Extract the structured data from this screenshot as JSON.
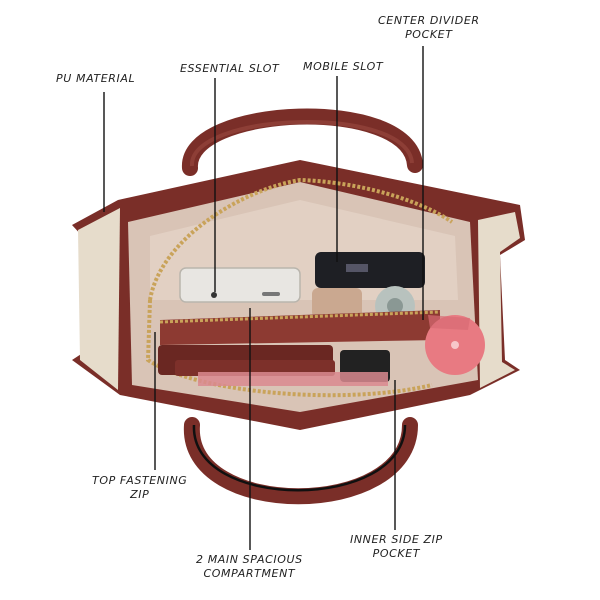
{
  "labels": {
    "pu_material": "PU MATERIAL",
    "essential_slot": "ESSENTIAL SLOT",
    "mobile_slot": "MOBILE SLOT",
    "center_divider_line1": "CENTER DIVIDER",
    "center_divider_line2": "POCKET",
    "top_zip_line1": "TOP FASTENING",
    "top_zip_line2": "ZIP",
    "main_compartment_line1": "2 MAIN SPACIOUS",
    "main_compartment_line2": "COMPARTMENT",
    "inner_zip_line1": "INNER SIDE ZIP",
    "inner_zip_line2": "POCKET"
  },
  "colors": {
    "leather": "#7a2e28",
    "leather_light": "#9a4a3f",
    "lining": "#d9c4b6",
    "lining_dark": "#bfa394",
    "line": "#111111",
    "accent_pink": "#e87a82"
  },
  "icons": [
    "handbag-photo"
  ]
}
